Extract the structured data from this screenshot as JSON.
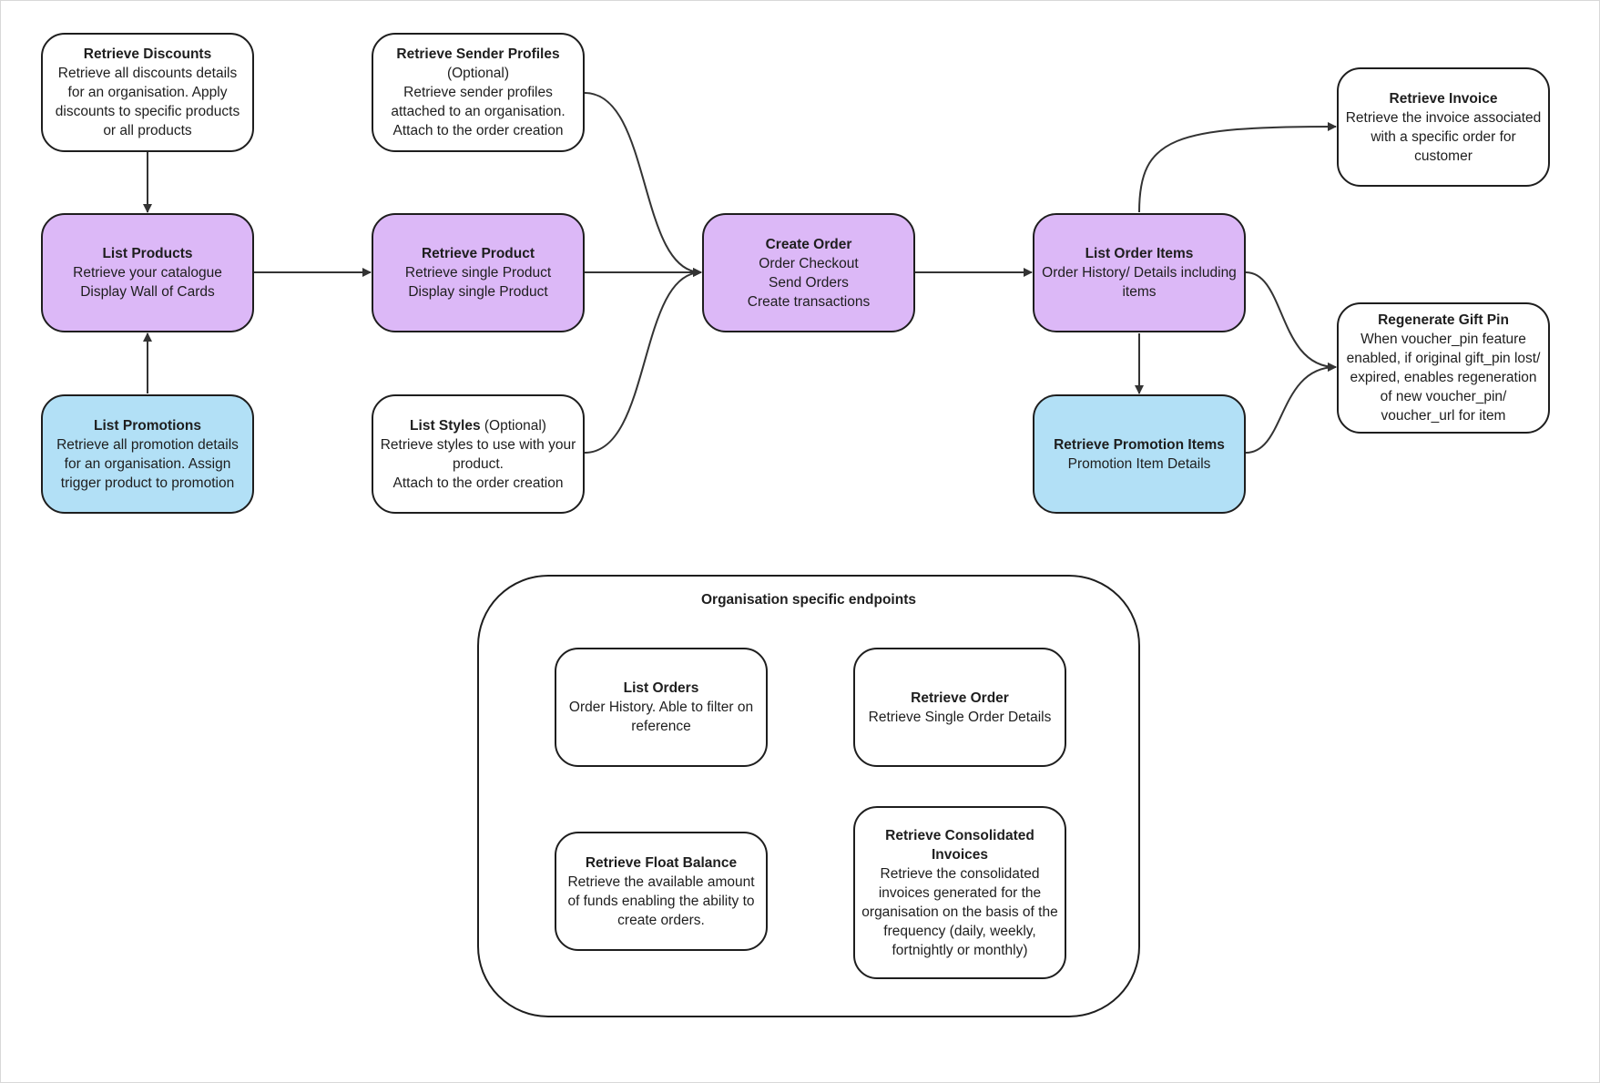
{
  "nodes": {
    "retrieve_discounts": {
      "title": "Retrieve Discounts",
      "lines": [
        "Retrieve all discounts details for an organisation. Apply discounts to specific products or all products"
      ]
    },
    "retrieve_sender_profiles": {
      "title": "Retrieve Sender Profiles",
      "lines": [
        "(Optional)",
        "Retrieve sender profiles attached to an organisation.",
        "Attach to the order creation"
      ]
    },
    "list_products": {
      "title": "List Products",
      "lines": [
        "Retrieve your catalogue",
        "Display Wall of Cards"
      ]
    },
    "retrieve_product": {
      "title": "Retrieve Product",
      "lines": [
        "Retrieve single Product",
        "Display single Product"
      ]
    },
    "create_order": {
      "title": "Create Order",
      "lines": [
        "Order Checkout",
        "Send Orders",
        "Create transactions"
      ]
    },
    "list_order_items": {
      "title": "List Order Items",
      "lines": [
        "Order History/ Details including items"
      ]
    },
    "retrieve_invoice": {
      "title": "Retrieve Invoice",
      "lines": [
        "Retrieve the invoice associated with a specific order for customer"
      ]
    },
    "list_promotions": {
      "title": "List Promotions",
      "lines": [
        "Retrieve all promotion details for an organisation. Assign trigger product to promotion"
      ]
    },
    "list_styles": {
      "title": "List Styles",
      "title_suffix": " (Optional)",
      "lines": [
        "Retrieve styles to use with your product.",
        "Attach to the order creation"
      ]
    },
    "retrieve_promotion_items": {
      "title": "Retrieve Promotion Items",
      "lines": [
        "Promotion Item Details"
      ]
    },
    "regenerate_gift_pin": {
      "title": "Regenerate Gift Pin",
      "lines": [
        "When voucher_pin feature enabled, if original gift_pin lost/ expired, enables regeneration of new voucher_pin/ voucher_url for item"
      ]
    },
    "list_orders": {
      "title": "List Orders",
      "lines": [
        "Order History. Able to filter on reference"
      ]
    },
    "retrieve_order": {
      "title": "Retrieve Order",
      "lines": [
        "Retrieve Single Order Details"
      ]
    },
    "retrieve_float_balance": {
      "title": "Retrieve Float Balance",
      "lines": [
        "Retrieve the available amount of funds enabling the ability to create orders."
      ]
    },
    "retrieve_consolidated_invoices": {
      "title": "Retrieve Consolidated Invoices",
      "lines": [
        "Retrieve the consolidated invoices generated for the organisation on the basis of the frequency (daily, weekly, fortnightly or monthly)"
      ]
    }
  },
  "org_group": {
    "title": "Organisation specific endpoints"
  },
  "colors": {
    "purple": "#dcb8f7",
    "blue": "#b2e0f6",
    "white": "#ffffff",
    "stroke": "#1e1e1e"
  }
}
